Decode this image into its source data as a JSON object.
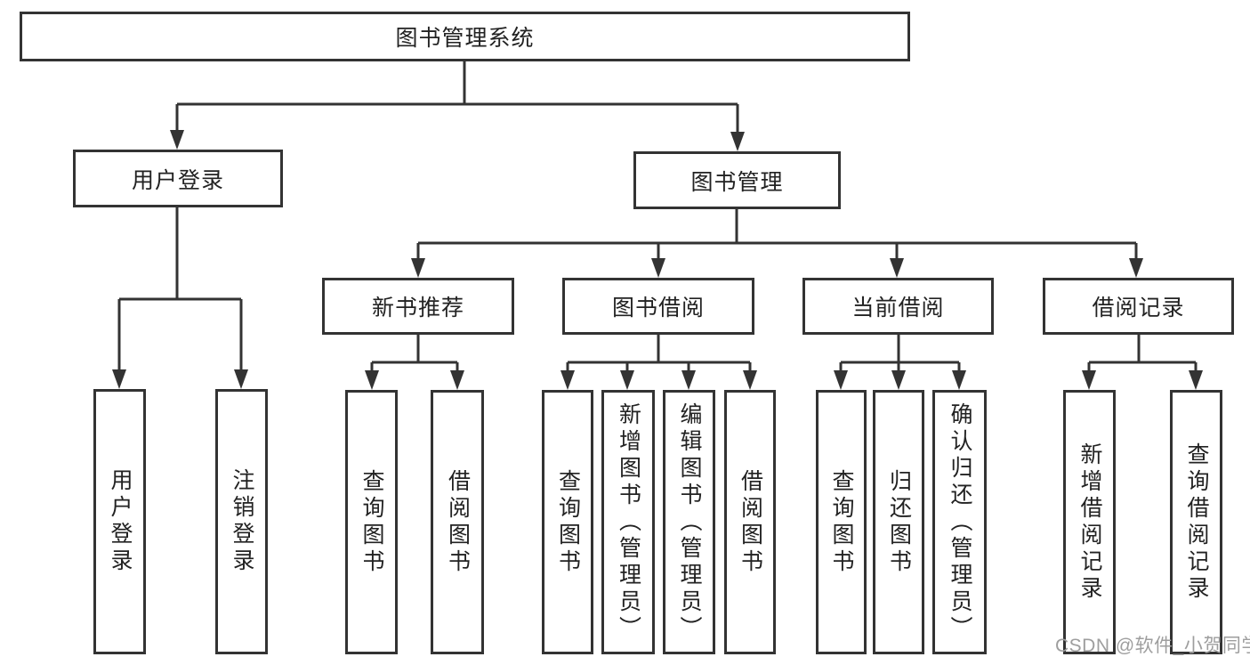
{
  "nodes": {
    "root": {
      "label": "图书管理系统"
    },
    "level2": [
      {
        "label": "用户登录"
      },
      {
        "label": "图书管理"
      }
    ],
    "level3": [
      {
        "label": "新书推荐"
      },
      {
        "label": "图书借阅"
      },
      {
        "label": "当前借阅"
      },
      {
        "label": "借阅记录"
      }
    ],
    "leaves": [
      {
        "label": "用户登录"
      },
      {
        "label": "注销登录"
      },
      {
        "label": "查询图书"
      },
      {
        "label": "借阅图书"
      },
      {
        "label": "查询图书"
      },
      {
        "label": "新增图书（管理员）"
      },
      {
        "label": "编辑图书（管理员）"
      },
      {
        "label": "借阅图书"
      },
      {
        "label": "查询图书"
      },
      {
        "label": "归还图书"
      },
      {
        "label": "确认归还（管理员）"
      },
      {
        "label": "新增借阅记录"
      },
      {
        "label": "查询借阅记录"
      }
    ]
  },
  "watermark": {
    "text": "CSDN @软件_小贺同学"
  },
  "colors": {
    "line": "#333333",
    "box_border": "#333333",
    "text": "#222222",
    "background": "#ffffff",
    "watermark": "#9e9e9e"
  }
}
